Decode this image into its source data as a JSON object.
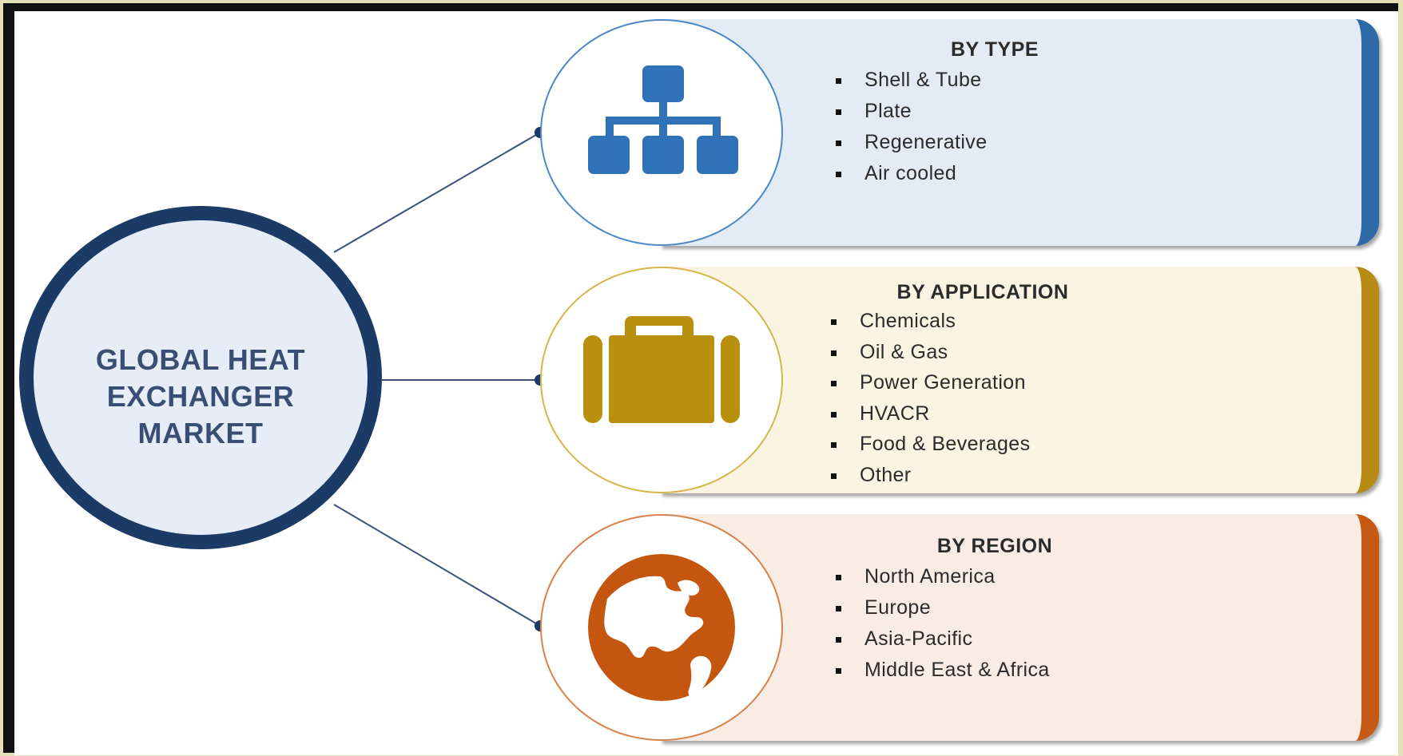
{
  "center": {
    "title": "GLOBAL HEAT EXCHANGER MARKET"
  },
  "segments": [
    {
      "heading": "BY TYPE",
      "icon": "hierarchy-icon",
      "color": "#2f6aa8",
      "items": [
        "Shell & Tube",
        "Plate",
        "Regenerative",
        "Air cooled"
      ]
    },
    {
      "heading": "BY APPLICATION",
      "icon": "briefcase-icon",
      "color": "#b68a14",
      "items": [
        "Chemicals",
        "Oil & Gas",
        "Power Generation",
        "HVACR",
        "Food & Beverages",
        "Other"
      ]
    },
    {
      "heading": "BY REGION",
      "icon": "globe-icon",
      "color": "#c45a14",
      "items": [
        "North America",
        "Europe",
        "Asia-Pacific",
        "Middle East & Africa"
      ]
    }
  ],
  "colors": {
    "hub_ring": "#1b3a66",
    "hub_fill": "#e7edf6",
    "connector": "#3a5178"
  }
}
